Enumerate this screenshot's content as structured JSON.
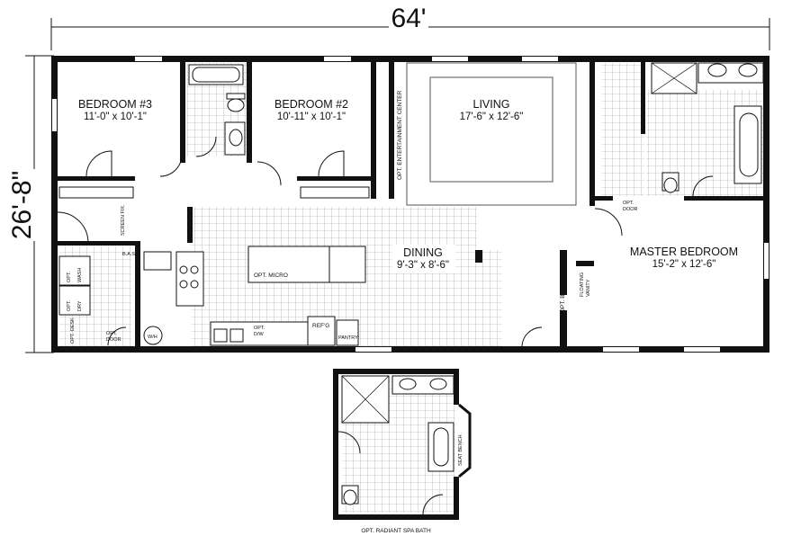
{
  "dimensions": {
    "width": "64'",
    "depth": "26'-8\""
  },
  "rooms": {
    "bedroom3": {
      "name": "BEDROOM #3",
      "size": "11'-0\" x 10'-1\""
    },
    "bedroom2": {
      "name": "BEDROOM #2",
      "size": "10'-11\" x 10'-1\""
    },
    "living": {
      "name": "LIVING",
      "size": "17'-6\" x 12'-6\""
    },
    "dining": {
      "name": "DINING",
      "size": "9'-3\" x 8'-6\""
    },
    "master": {
      "name": "MASTER BEDROOM",
      "size": "15'-2\" x 12'-6\""
    }
  },
  "labels": {
    "entertainment": "OPT. ENTERTAINMENT CENTER",
    "micro": "OPT. MICRO",
    "refg": "REF'G",
    "pantry": "PANTRY",
    "dw_opt": "OPT.",
    "dw": "D/W",
    "wh": "W/H",
    "wash_opt": "OPT.",
    "wash": "WASH",
    "dry_opt": "OPT.",
    "dry": "DRY",
    "desk": "OPT. DESK",
    "opt_door_left_1": "OPT.",
    "opt_door_left_2": "DOOR",
    "opt_door_bath_1": "OPT.",
    "opt_door_bath_2": "DOOR",
    "barn_door": "OPT. BARN DOOR",
    "vanity_1": "FLOATING",
    "vanity_2": "VANITY",
    "bas": "B.A.S.",
    "fixed": "SCREEN FIX.",
    "spa_seat": "SEAT BENCH",
    "spa_title": "OPT. RADIANT SPA BATH"
  }
}
